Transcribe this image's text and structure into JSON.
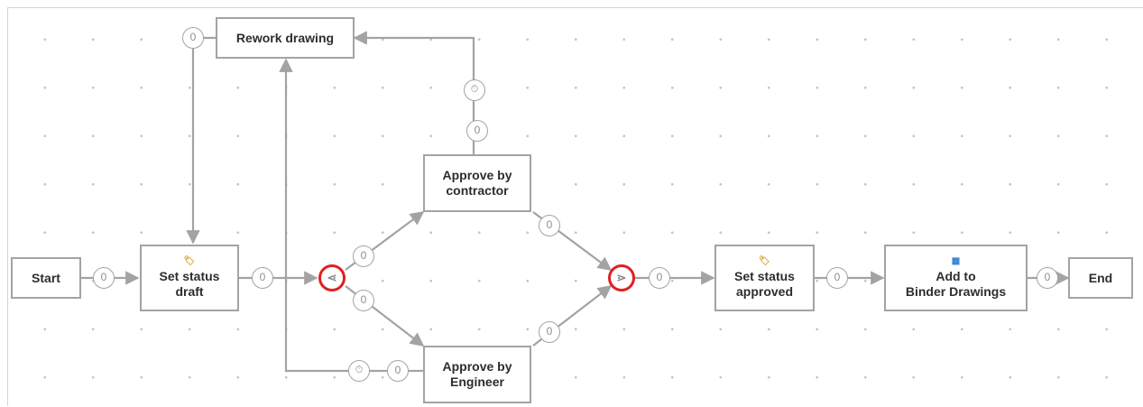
{
  "colors": {
    "stroke": "#a3a3a3",
    "gateway_ring": "#e02020",
    "text": "#2d2d2d"
  },
  "nodes": {
    "start": {
      "label": "Start"
    },
    "set_draft": {
      "icon": "status-icon",
      "line1": "Set status",
      "line2": "draft"
    },
    "rework": {
      "label": "Rework drawing"
    },
    "contractor": {
      "line1": "Approve by",
      "line2": "contractor"
    },
    "engineer": {
      "line1": "Approve by",
      "line2": "Engineer"
    },
    "set_approved": {
      "icon": "status-icon",
      "line1": "Set status",
      "line2": "approved"
    },
    "binder": {
      "icon": "binder-icon",
      "line1": "Add to",
      "line2": "Binder Drawings"
    },
    "end": {
      "label": "End"
    }
  },
  "counters": {
    "c_start": "0",
    "c_draft": "0",
    "c_split_up": "0",
    "c_split_down": "0",
    "c_contr_top": "0",
    "c_contr_out": "0",
    "c_eng_left": "0",
    "c_eng_out": "0",
    "c_merge": "0",
    "c_approved": "0",
    "c_binder": "0",
    "c_rework": "0"
  },
  "gateways": {
    "split_icon": "split-icon",
    "merge_icon": "merge-icon"
  },
  "timers": {
    "icon": "timer-icon"
  }
}
